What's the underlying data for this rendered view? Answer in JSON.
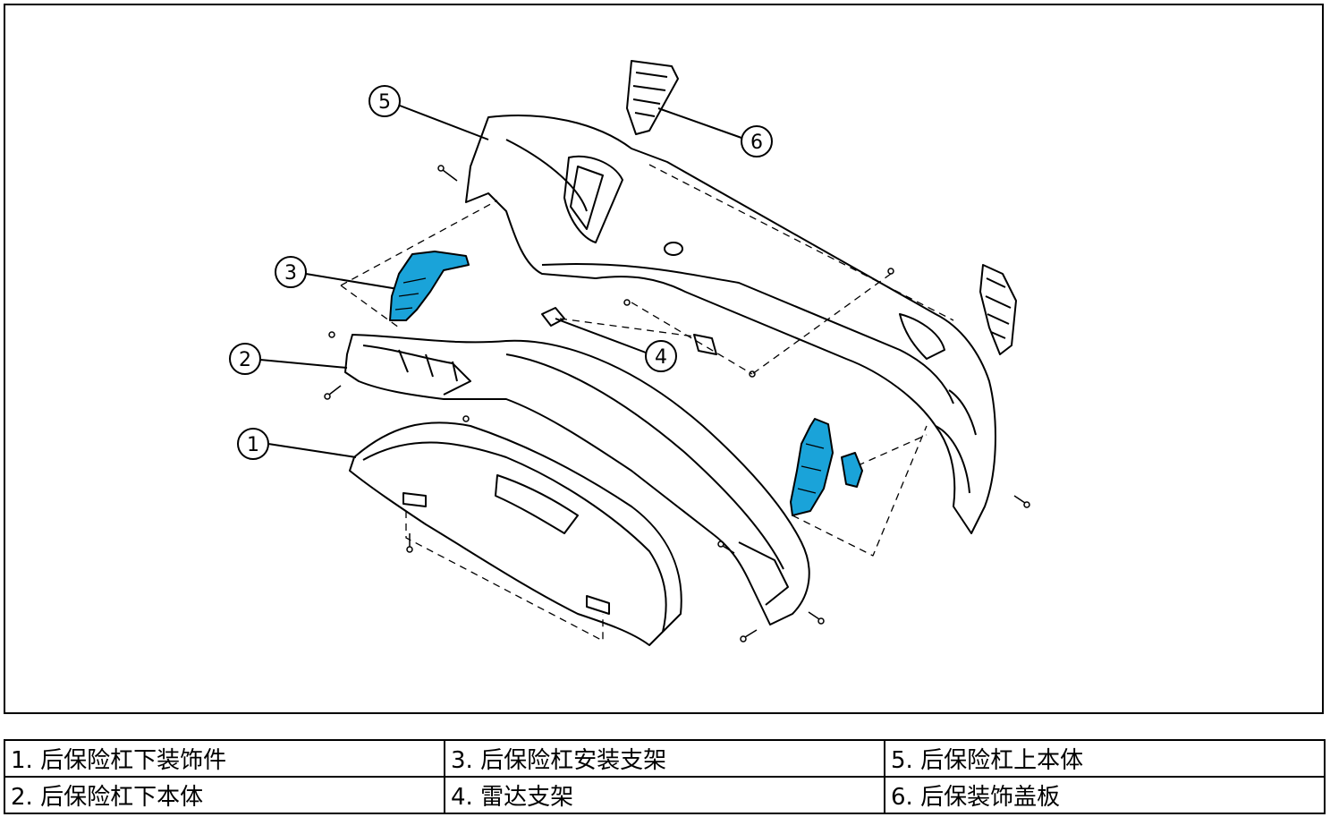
{
  "diagram": {
    "callouts": [
      {
        "num": "1",
        "label": "后保险杠下装饰件"
      },
      {
        "num": "2",
        "label": "后保险杠下本体"
      },
      {
        "num": "3",
        "label": "后保险杠安装支架"
      },
      {
        "num": "4",
        "label": "雷达支架"
      },
      {
        "num": "5",
        "label": "后保险杠上本体"
      },
      {
        "num": "6",
        "label": "后保装饰盖板"
      }
    ],
    "colors": {
      "line": "#000000",
      "bracket_fill": "#1aa3d9",
      "background": "#ffffff"
    }
  },
  "legend": {
    "rows": [
      [
        "1. 后保险杠下装饰件",
        "3. 后保险杠安装支架",
        "5. 后保险杠上本体"
      ],
      [
        "2. 后保险杠下本体",
        "4. 雷达支架",
        "6. 后保装饰盖板"
      ]
    ]
  }
}
